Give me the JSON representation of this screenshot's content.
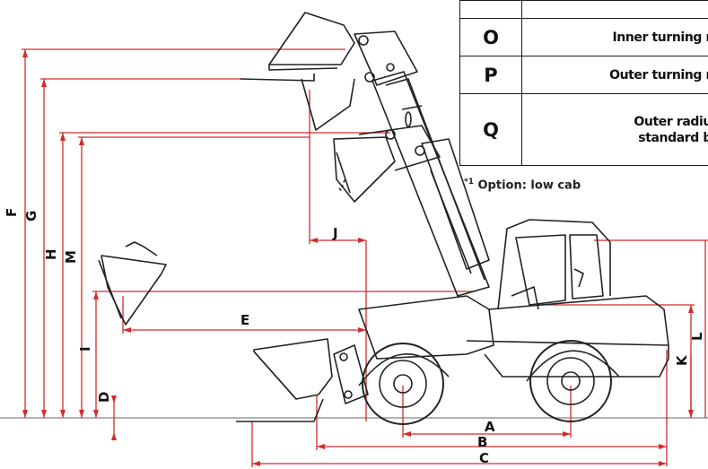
{
  "table": {
    "rows": [
      {
        "code": "",
        "desc": ""
      },
      {
        "code": "O",
        "desc": "Inner turning r"
      },
      {
        "code": "P",
        "desc": "Outer turning r"
      },
      {
        "code": "Q",
        "desc_line1": "Outer radiu",
        "desc_line2": "standard b"
      }
    ]
  },
  "footnote": {
    "mark": "*1",
    "text": " Option: low cab"
  },
  "dimensions": [
    "A",
    "B",
    "C",
    "D",
    "E",
    "F",
    "G",
    "H",
    "I",
    "J",
    "K",
    "L",
    "M"
  ],
  "colors": {
    "dimension_line": "#d42b2b",
    "outline": "#222222",
    "ground": "#999999"
  }
}
